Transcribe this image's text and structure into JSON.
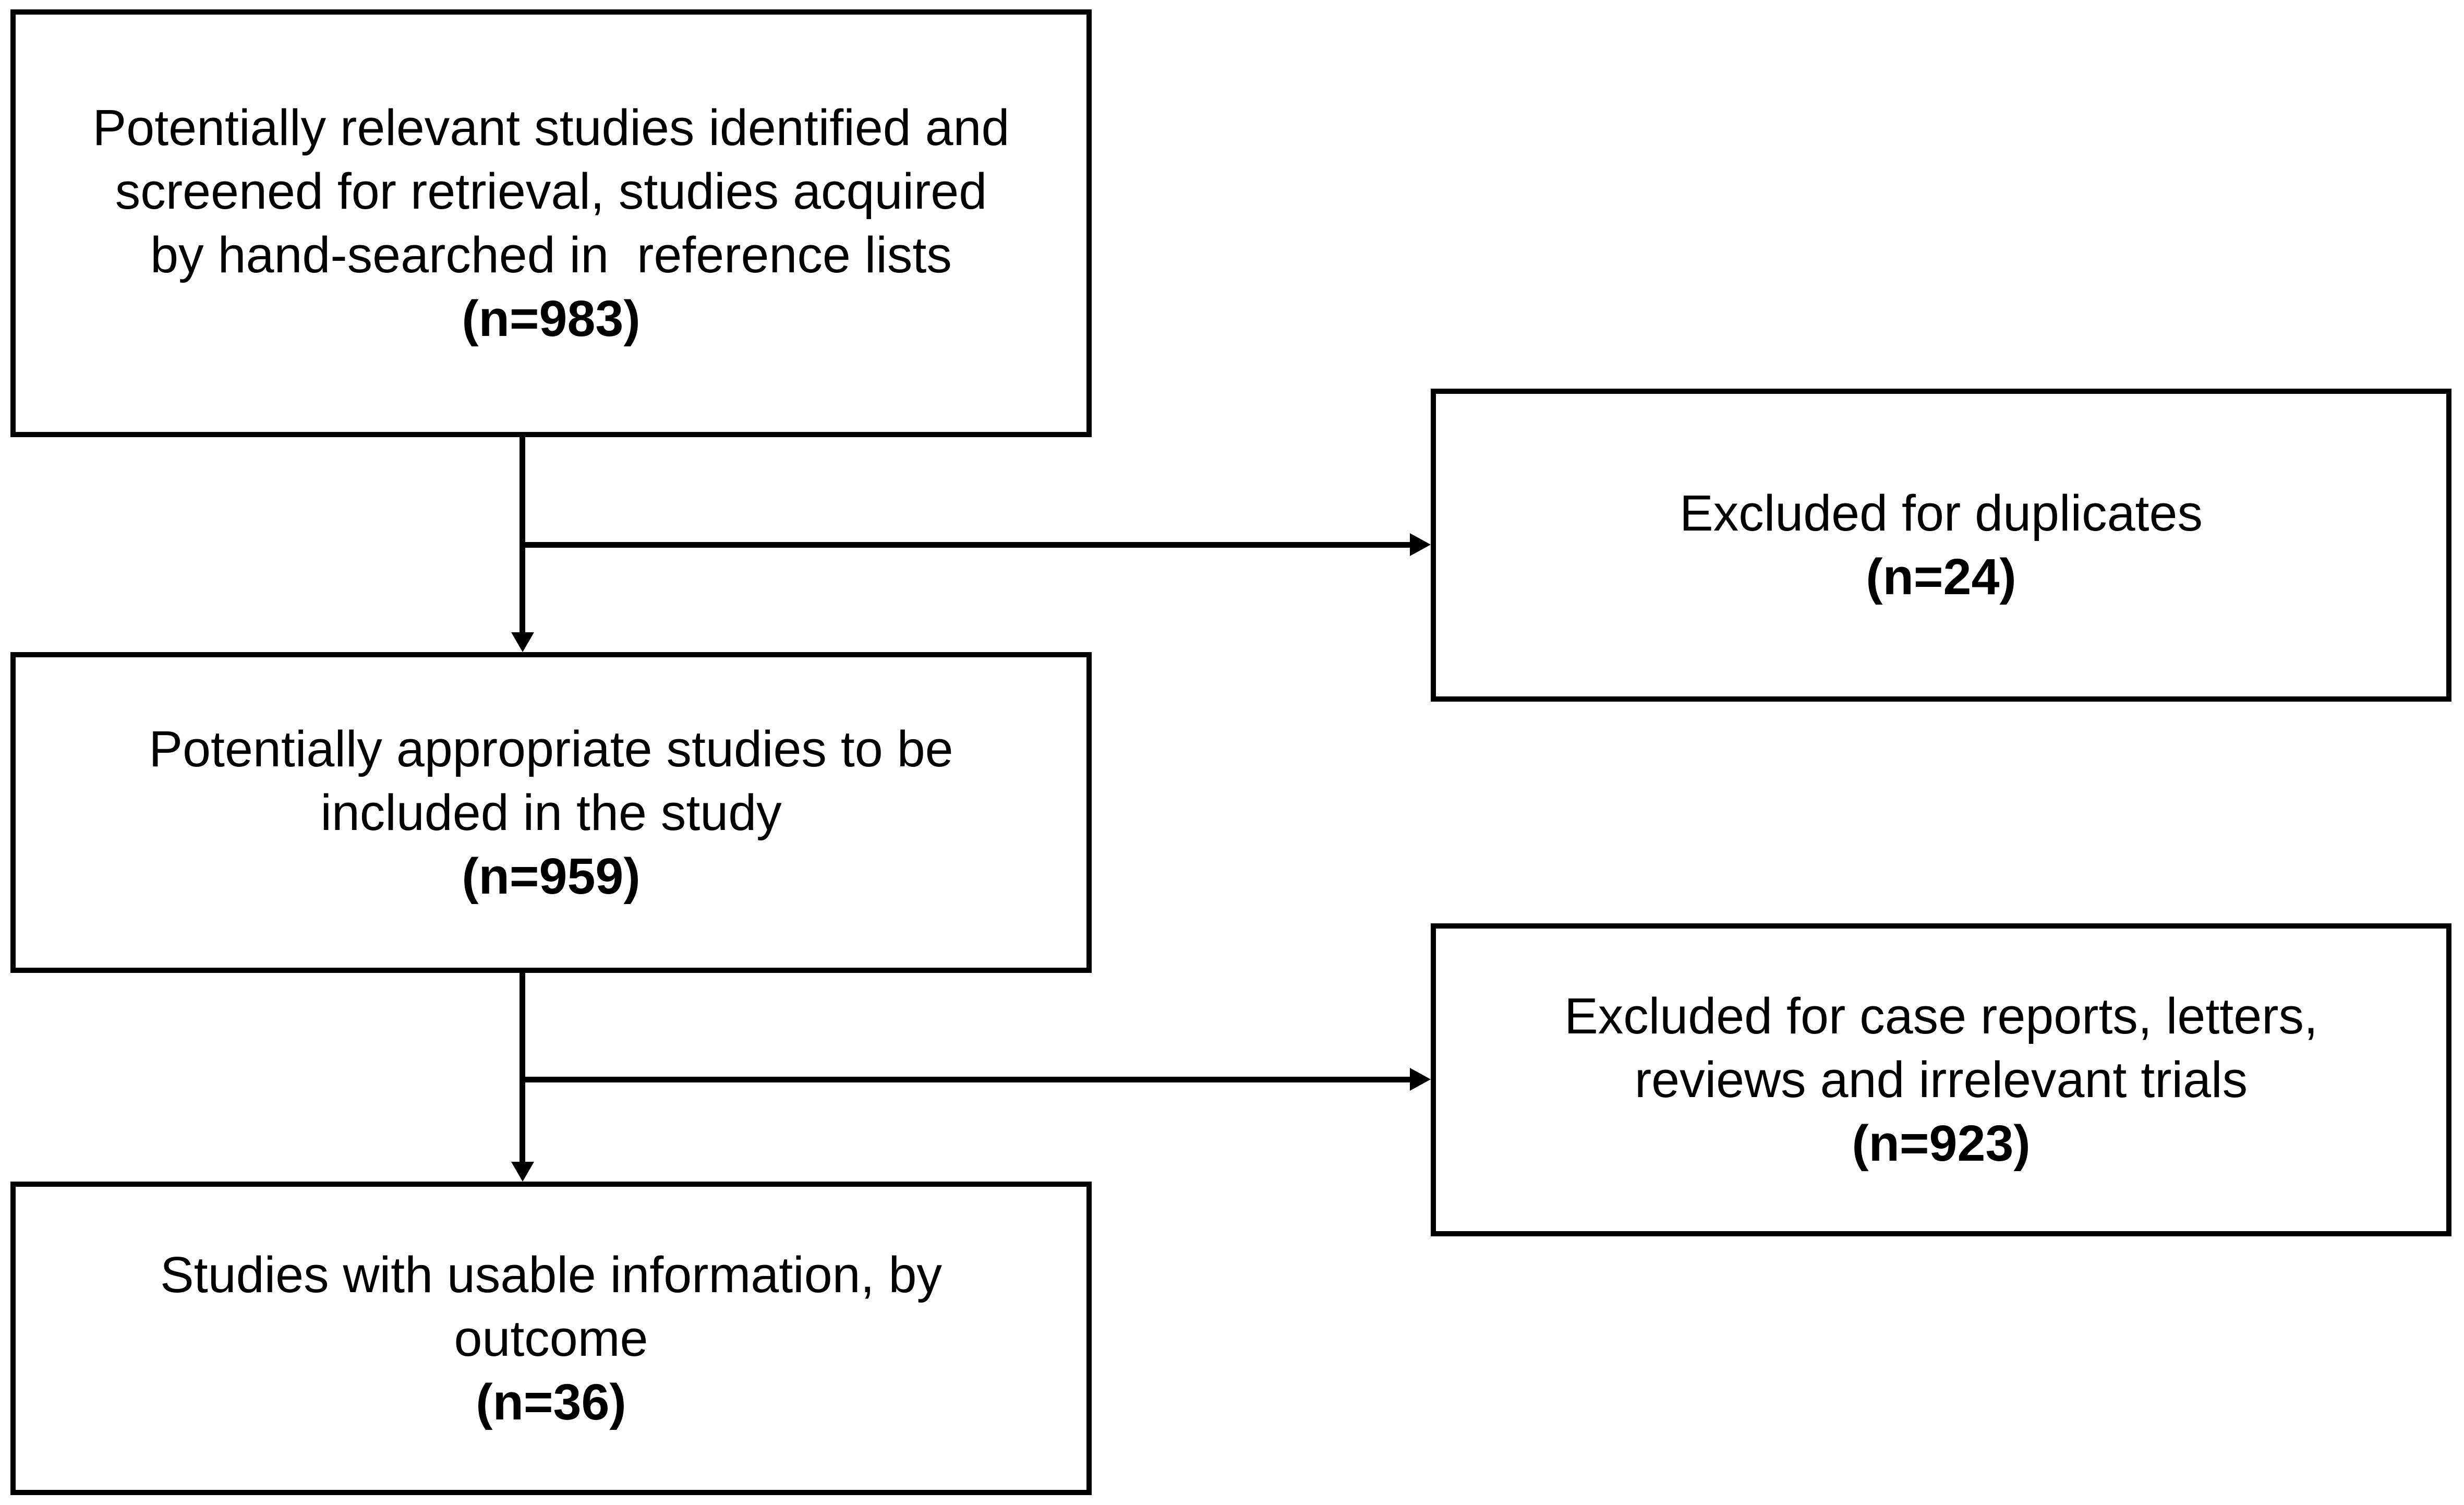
{
  "diagram": {
    "type": "study-selection-flowchart",
    "background_color": "#ffffff",
    "stroke_color": "#000000",
    "boxes": {
      "identified": {
        "lines": [
          "Potentially relevant studies identified and",
          "screened for retrieval, studies acquired",
          "by hand-searched in  reference lists"
        ],
        "count": "(n=983)"
      },
      "excluded_duplicates": {
        "lines": [
          "Excluded for duplicates"
        ],
        "count": "(n=24)"
      },
      "appropriate": {
        "lines": [
          "Potentially appropriate studies to be",
          "included in the study"
        ],
        "count": "(n=959)"
      },
      "excluded_case_reports": {
        "lines": [
          "Excluded for case reports, letters,",
          "reviews and irrelevant trials"
        ],
        "count": "(n=923)"
      },
      "usable": {
        "lines": [
          "Studies with usable information, by",
          "outcome"
        ],
        "count": "(n=36)"
      }
    }
  }
}
